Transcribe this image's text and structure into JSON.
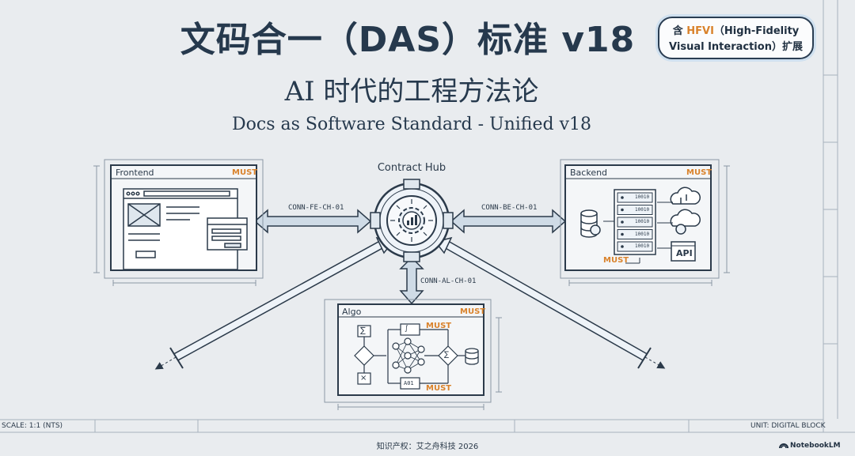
{
  "title": "文码合一（DAS）标准 v18",
  "subtitle": "AI 时代的工程方法论",
  "subtitle_en": "Docs as Software Standard - Unified v18",
  "badge": {
    "prefix": "含 ",
    "highlight": "HFVI",
    "line1_rest": "（High-Fidelity",
    "line2": "Visual Interaction）扩展"
  },
  "hub": {
    "label": "Contract Hub"
  },
  "modules": {
    "frontend": {
      "label": "Frontend",
      "tag": "MUST"
    },
    "backend": {
      "label": "Backend",
      "tag": "MUST",
      "inner_tag": "MUST",
      "api_label": "API",
      "rack_codes": [
        "10010",
        "10010",
        "10010",
        "10010",
        "10010"
      ]
    },
    "algo": {
      "label": "Algo",
      "tag": "MUST",
      "inner_tag_top": "MUST",
      "inner_tag_bottom": "MUST",
      "node_label": "A01"
    }
  },
  "connectors": {
    "fe": "CONN-FE-CH-01",
    "be": "CONN-BE-CH-01",
    "al": "CONN-AL-CH-01"
  },
  "footer": {
    "scale": "SCALE: 1:1 (NTS)",
    "unit": "UNIT: DIGITAL BLOCK",
    "copyright": "知识产权：艾之舟科技 2026",
    "brand": "NotebookLM"
  },
  "colors": {
    "ink": "#2b3a4a",
    "accent": "#d9822b",
    "arrow": "#cfdbe6",
    "panel": "#f4f6f8"
  }
}
